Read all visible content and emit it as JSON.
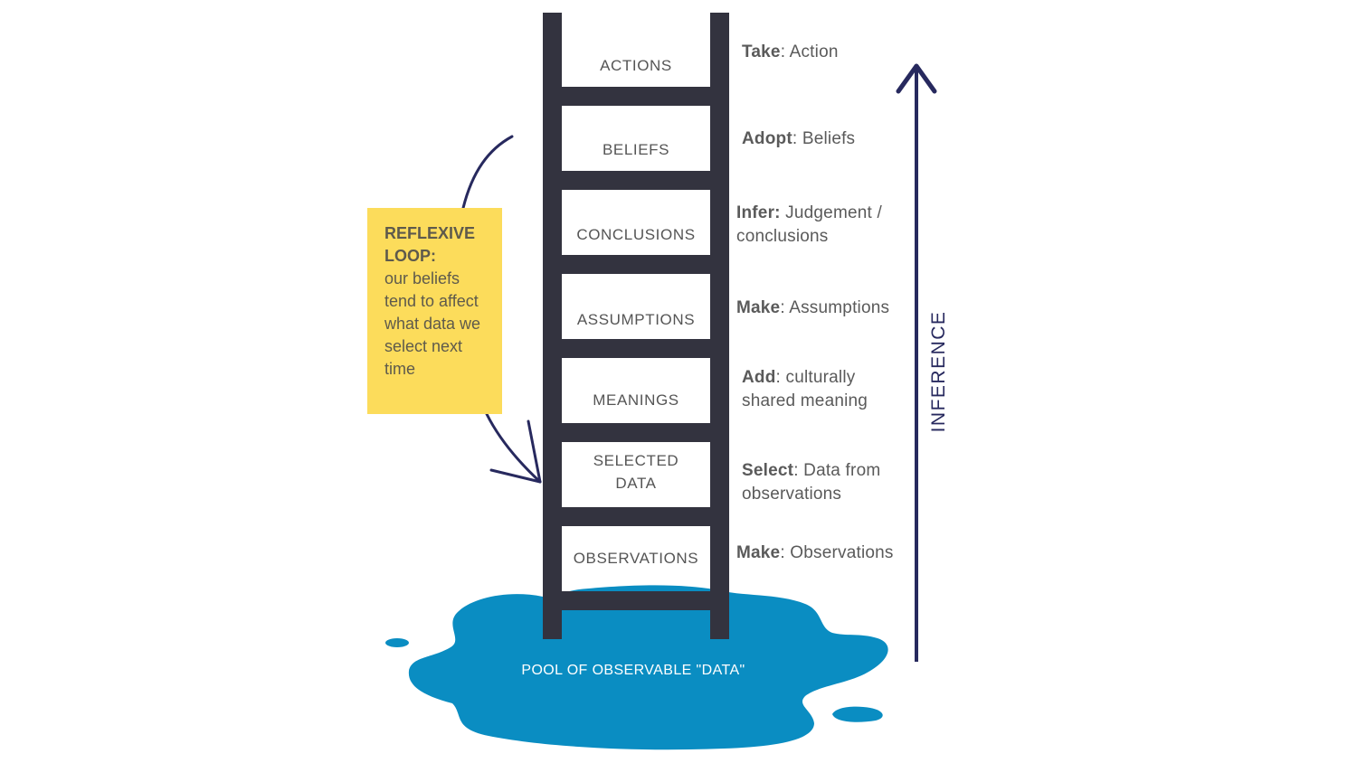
{
  "rungs": [
    {
      "label": "ACTIONS",
      "verb": "Take",
      "rest": ": Action"
    },
    {
      "label": "BELIEFS",
      "verb": "Adopt",
      "rest": ": Beliefs"
    },
    {
      "label": "CONCLUSIONS",
      "verb": "Infer:",
      "rest": " Judgement /",
      "rest2": "conclusions"
    },
    {
      "label": "ASSUMPTIONS",
      "verb": "Make",
      "rest": ": Assumptions"
    },
    {
      "label": "MEANINGS",
      "verb": "Add",
      "rest": ": culturally",
      "rest2": "shared meaning"
    },
    {
      "label": "SELECTED",
      "label2": "DATA",
      "verb": "Select",
      "rest": ": Data from",
      "rest2": "observations"
    },
    {
      "label": "OBSERVATIONS",
      "verb": "Make",
      "rest": ": Observations"
    }
  ],
  "note": {
    "title_line1": "REFLEXIVE",
    "title_line2": "LOOP:",
    "body_lines": [
      "our beliefs",
      "tend to affect",
      "what data we",
      "select next",
      "time"
    ]
  },
  "pool_label": "POOL OF OBSERVABLE \"DATA\"",
  "inference_label": "INFERENCE",
  "colors": {
    "ladder": "#33333f",
    "pool": "#0a8dc2",
    "note": "#fcdc5b",
    "arrow": "#27295e",
    "text": "#555555"
  },
  "icons": {
    "inference_arrow": "arrow-up-icon",
    "loop_arrow": "curved-arrow-icon"
  }
}
